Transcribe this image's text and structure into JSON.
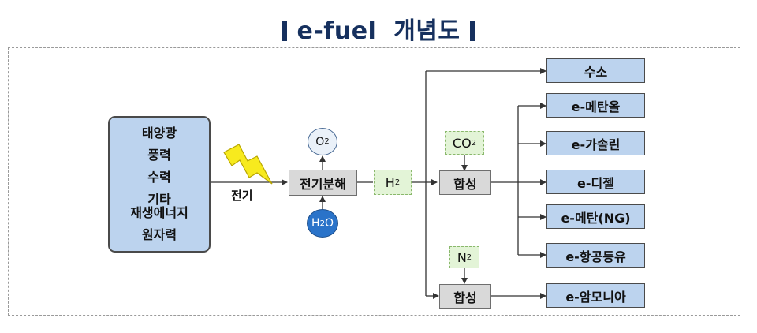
{
  "title": "e-fuel  개념도",
  "sources": [
    "태양광",
    "풍력",
    "수력",
    "기타\n재생에너지",
    "원자력"
  ],
  "electricity_label": "전기",
  "electrolysis": "전기분해",
  "oxygen": {
    "base": "O",
    "sub": "2"
  },
  "water": {
    "base": "H",
    "sub": "2",
    "tail": "O"
  },
  "hydrogen": {
    "base": "H",
    "sub": "2"
  },
  "co2": {
    "base": "CO",
    "sub": "2"
  },
  "n2": {
    "base": "N",
    "sub": "2"
  },
  "synthesis": "합성",
  "outputs": [
    "수소",
    "e-메탄올",
    "e-가솔린",
    "e-디젤",
    "e-메탄(NG)",
    "e-항공등유",
    "e-암모니아"
  ],
  "colors": {
    "title": "#16305e",
    "box_blue": "#bcd3ee",
    "circle_blue": "#2a73c9",
    "bolt": "#f7ea1e"
  }
}
